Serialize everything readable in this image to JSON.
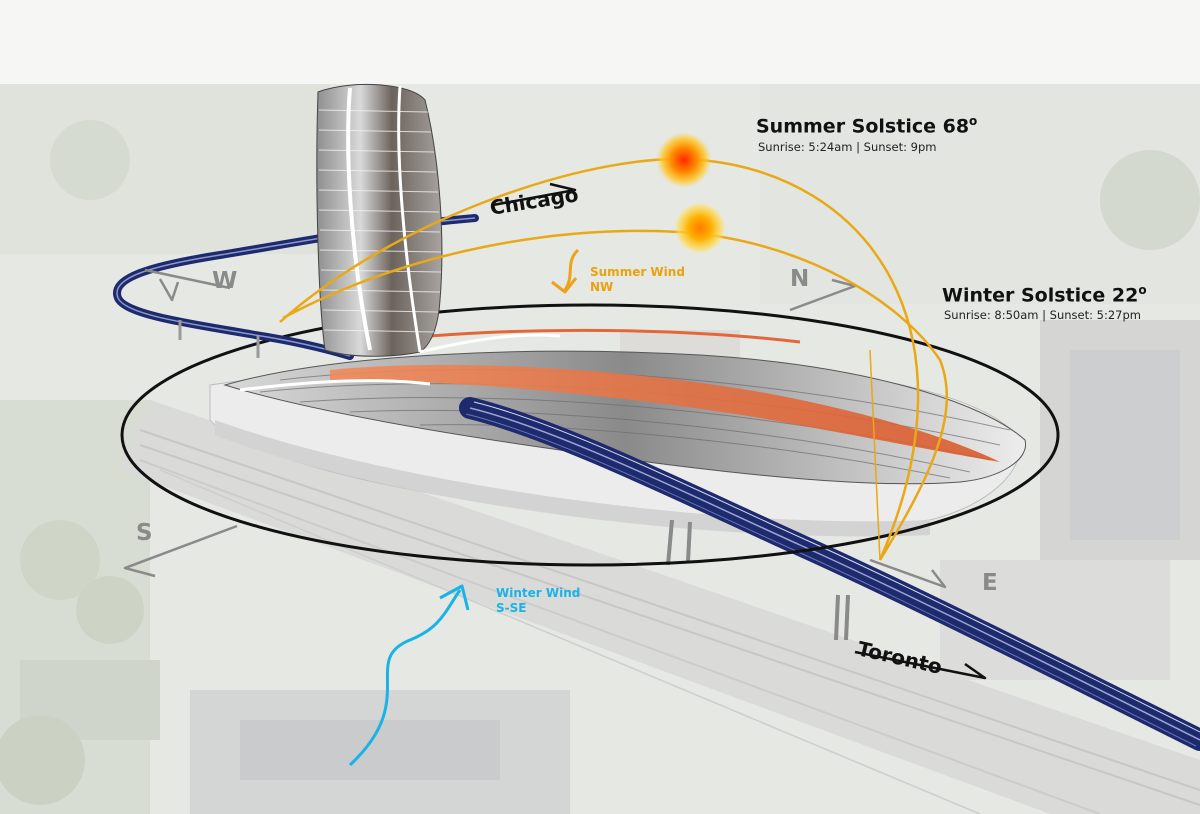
{
  "summer": {
    "title": "Summer Solstice 68",
    "degree_sign": "o",
    "times": "Sunrise: 5:24am  |  Sunset: 9pm"
  },
  "winter": {
    "title": "Winter Solstice 22",
    "degree_sign": "o",
    "times": "Sunrise: 8:50am | Sunset: 5:27pm"
  },
  "summer_wind": {
    "line1": "Summer Wind",
    "line2": "NW"
  },
  "winter_wind": {
    "line1": "Winter Wind",
    "line2": "S-SE"
  },
  "compass": {
    "n": "N",
    "s": "S",
    "e": "E",
    "w": "W"
  },
  "routes": {
    "west": "Chicago",
    "east": "Toronto"
  },
  "colors": {
    "sun_path": "#e9a815",
    "summer_wind": "#eda21c",
    "winter_wind": "#1ab3e6",
    "rail": "#1e2a6e",
    "roof_accent": "#e2683c",
    "compass": "#888888"
  }
}
